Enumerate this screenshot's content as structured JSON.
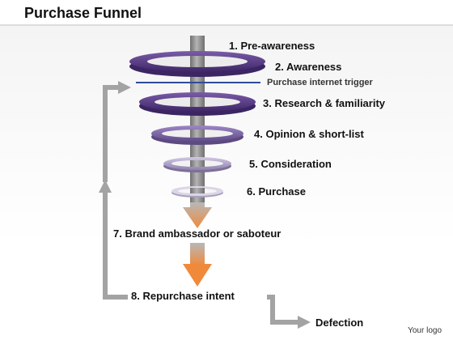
{
  "title": "Purchase Funnel",
  "stages": {
    "s1": "1. Pre-awareness",
    "s2": "2. Awareness",
    "trigger": "Purchase internet trigger",
    "s3": "3. Research & familiarity",
    "s4": "4.  Opinion & short-list",
    "s5": "5.  Consideration",
    "s6": "6. Purchase",
    "s7": "7. Brand ambassador or saboteur",
    "s8": "8. Repurchase intent",
    "defection": "Defection"
  },
  "logo": "Your logo",
  "colors": {
    "ring_dark": "#5b3d86",
    "ring_mid": "#7d64a8",
    "ring_light": "#b3a6cc",
    "shaft": "#8a8a8a",
    "arrow_orange": "#e78a40",
    "trigger_line": "#2f4c9a",
    "loop_arrow": "#a3a3a3"
  }
}
